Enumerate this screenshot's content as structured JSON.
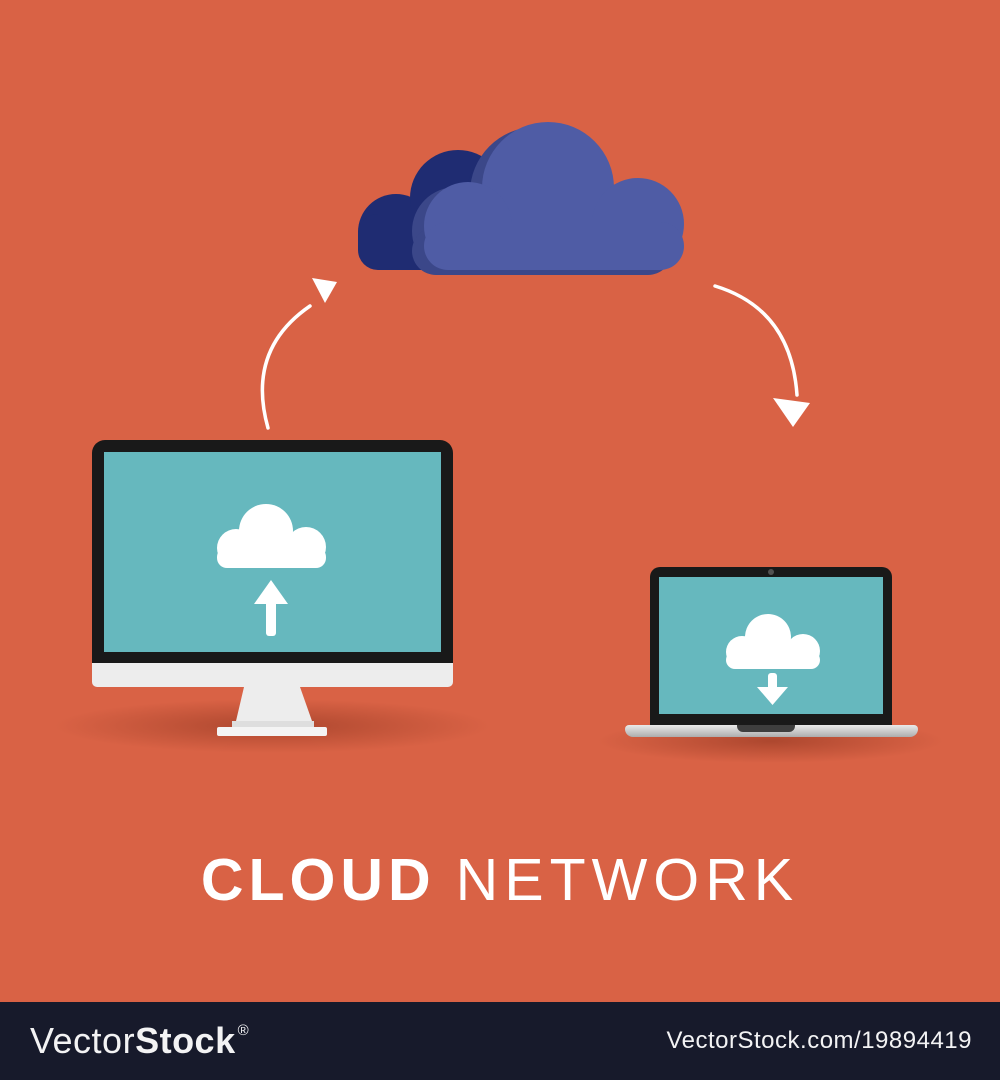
{
  "illustration": {
    "title": {
      "word_bold": "CLOUD",
      "word_light": "NETWORK"
    },
    "cloud": {
      "icon": "network-cloud-icon",
      "layers": [
        "back-dark-cloud",
        "mid-shadow-cloud",
        "front-cloud"
      ]
    },
    "desktop": {
      "device": "desktop-monitor",
      "screen_icon": "cloud-upload-icon"
    },
    "laptop": {
      "device": "laptop-computer",
      "screen_icon": "cloud-download-icon"
    },
    "arrows": {
      "left": "upload-arrow-to-cloud",
      "right": "download-arrow-from-cloud"
    }
  },
  "watermark": {
    "brand_light": "Vector",
    "brand_bold": "Stock",
    "registered": "®",
    "credit": "VectorStock.com/19894419"
  },
  "colors": {
    "bg": "#D96245",
    "cloud-front": "#4F5CA5",
    "cloud-mid": "#3B4789",
    "cloud-back": "#1F2C72",
    "screen": "#66B8BE",
    "device-dark": "#191919",
    "device-light": "#EDEDED",
    "title": "#FFFFFF",
    "footer-bg": "#171A2B",
    "icon-white": "#FFFFFF"
  }
}
